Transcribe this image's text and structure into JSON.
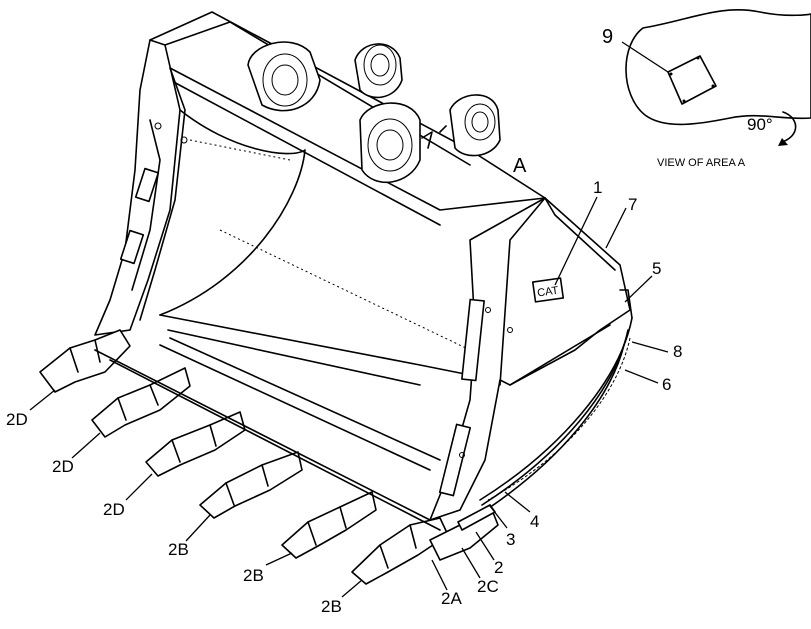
{
  "diagram": {
    "view_label": "VIEW OF AREA  A",
    "area_marker": "A",
    "rotation_label": "90°",
    "callouts": {
      "c1": "1",
      "c2": "2",
      "c2a": "2A",
      "c2c": "2C",
      "c3": "3",
      "c4": "4",
      "c5": "5",
      "c6": "6",
      "c7": "7",
      "c8": "8",
      "c9": "9",
      "c2d_a": "2D",
      "c2d_b": "2D",
      "c2d_c": "2D",
      "c2b_a": "2B",
      "c2b_b": "2B",
      "c2b_c": "2B"
    },
    "logo_text": "CAT"
  }
}
